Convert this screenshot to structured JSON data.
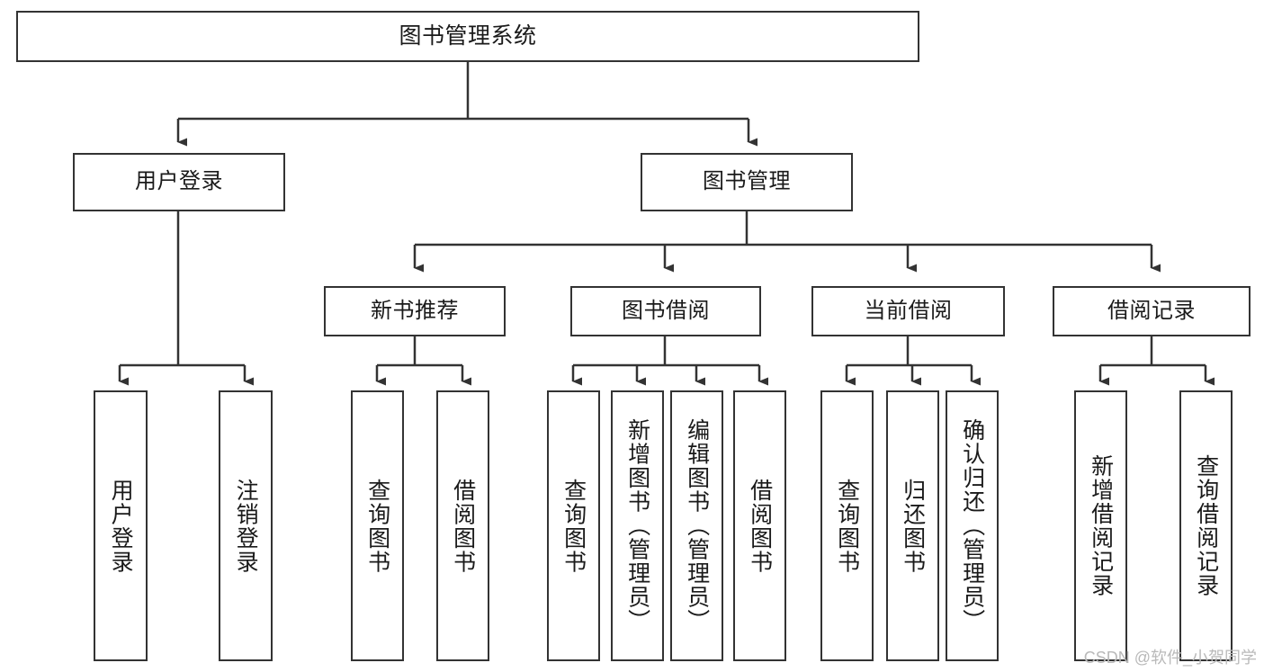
{
  "diagram": {
    "title": "图书管理系统",
    "type": "tree-hierarchy-chart",
    "watermark": "CSDN @软件_小贺同学",
    "colors": {
      "stroke": "#333333",
      "fill": "#ffffff",
      "text": "#1a1a1a",
      "watermark": "#b9b9b9"
    },
    "levels": {
      "root": {
        "label": "图书管理系统"
      },
      "level2": [
        {
          "label": "用户登录"
        },
        {
          "label": "图书管理"
        }
      ],
      "level3": [
        {
          "label": "新书推荐"
        },
        {
          "label": "图书借阅"
        },
        {
          "label": "当前借阅"
        },
        {
          "label": "借阅记录"
        }
      ],
      "leaves": {
        "user_login": [
          {
            "label": "用户登录"
          },
          {
            "label": "注销登录"
          }
        ],
        "new_book_recommend": [
          {
            "label": "查询图书"
          },
          {
            "label": "借阅图书"
          }
        ],
        "book_borrow": [
          {
            "label": "查询图书"
          },
          {
            "label": "新增图书（管理员）"
          },
          {
            "label": "编辑图书（管理员）"
          },
          {
            "label": "借阅图书"
          }
        ],
        "current_borrow": [
          {
            "label": "查询图书"
          },
          {
            "label": "归还图书"
          },
          {
            "label": "确认归还（管理员）"
          }
        ],
        "borrow_record": [
          {
            "label": "新增借阅记录"
          },
          {
            "label": "查询借阅记录"
          }
        ]
      }
    }
  }
}
